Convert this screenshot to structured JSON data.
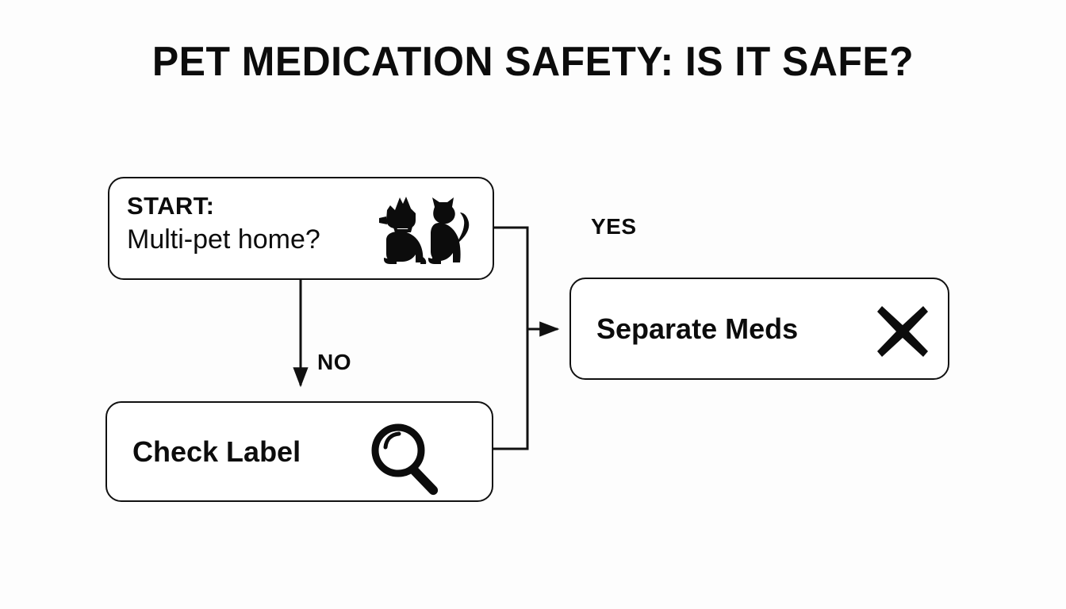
{
  "page": {
    "title": "PET MEDICATION SAFETY: IS IT SAFE?",
    "background_color": "#fdfdfd",
    "ink_color": "#111111"
  },
  "diagram": {
    "type": "flowchart",
    "nodes": [
      {
        "id": "start",
        "label_bold": "START:",
        "label_regular": "Multi-pet home?",
        "icon": "dog-cat-pets-icon",
        "shape": "rounded-rectangle"
      },
      {
        "id": "check-label",
        "label_bold": "Check Label",
        "icon": "magnifying-glass-icon",
        "shape": "rounded-rectangle"
      },
      {
        "id": "separate-meds",
        "label_bold": "Separate Meds",
        "icon": "x-mark-icon",
        "shape": "rounded-rectangle"
      }
    ],
    "edges": [
      {
        "from": "start",
        "to": "separate-meds",
        "label": "YES"
      },
      {
        "from": "start",
        "to": "check-label",
        "label": "NO"
      },
      {
        "from": "check-label",
        "to": "separate-meds",
        "label": ""
      }
    ]
  }
}
